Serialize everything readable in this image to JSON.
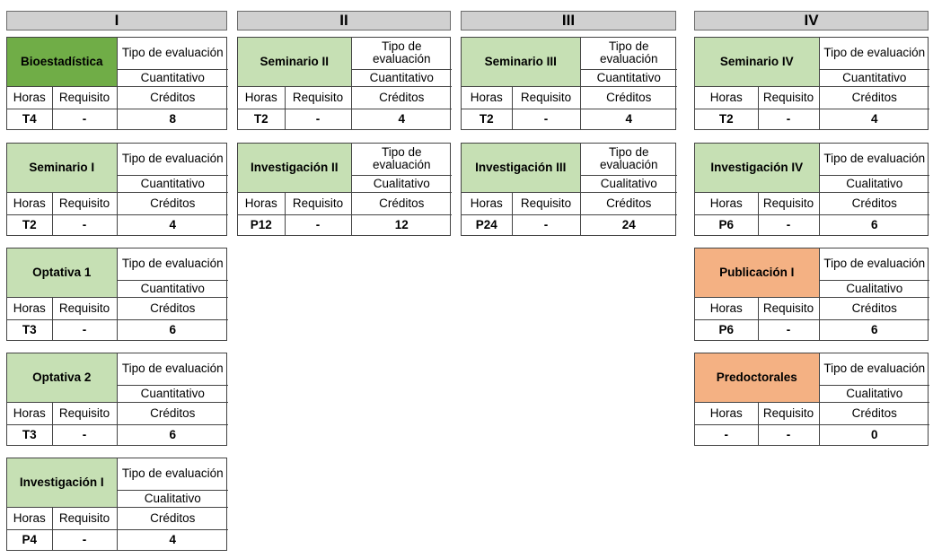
{
  "labels": {
    "tipo": "Tipo de evaluación",
    "horas": "Horas",
    "requisito": "Requisito",
    "creditos": "Créditos"
  },
  "colors": {
    "header_bg": "#d0d0d0",
    "dark_green": "#70ad47",
    "light_green": "#c6e0b4",
    "orange": "#f4b183"
  },
  "semesters": [
    {
      "title": "I",
      "courses": [
        {
          "name": "Bioestadística",
          "color": "dark_green",
          "evaluacion": "Cuantitativo",
          "horas": "T4",
          "requisito": "-",
          "creditos": "8"
        },
        {
          "name": "Seminario I",
          "color": "light_green",
          "evaluacion": "Cuantitativo",
          "horas": "T2",
          "requisito": "-",
          "creditos": "4"
        },
        {
          "name": "Optativa 1",
          "color": "light_green",
          "evaluacion": "Cuantitativo",
          "horas": "T3",
          "requisito": "-",
          "creditos": "6"
        },
        {
          "name": "Optativa 2",
          "color": "light_green",
          "evaluacion": "Cuantitativo",
          "horas": "T3",
          "requisito": "-",
          "creditos": "6"
        },
        {
          "name": "Investigación I",
          "color": "light_green",
          "evaluacion": "Cualitativo",
          "horas": "P4",
          "requisito": "-",
          "creditos": "4"
        }
      ]
    },
    {
      "title": "II",
      "courses": [
        {
          "name": "Seminario II",
          "color": "light_green",
          "evaluacion": "Cuantitativo",
          "horas": "T2",
          "requisito": "-",
          "creditos": "4"
        },
        {
          "name": "Investigación II",
          "color": "light_green",
          "evaluacion": "Cualitativo",
          "horas": "P12",
          "requisito": "-",
          "creditos": "12"
        }
      ]
    },
    {
      "title": "III",
      "courses": [
        {
          "name": "Seminario III",
          "color": "light_green",
          "evaluacion": "Cuantitativo",
          "horas": "T2",
          "requisito": "-",
          "creditos": "4"
        },
        {
          "name": "Investigación III",
          "color": "light_green",
          "evaluacion": "Cualitativo",
          "horas": "P24",
          "requisito": "-",
          "creditos": "24"
        }
      ]
    },
    {
      "title": "IV",
      "courses": [
        {
          "name": "Seminario IV",
          "color": "light_green",
          "evaluacion": "Cuantitativo",
          "horas": "T2",
          "requisito": "-",
          "creditos": "4"
        },
        {
          "name": "Investigación IV",
          "color": "light_green",
          "evaluacion": "Cualitativo",
          "horas": "P6",
          "requisito": "-",
          "creditos": "6"
        },
        {
          "name": "Publicación I",
          "color": "orange",
          "evaluacion": "Cualitativo",
          "horas": "P6",
          "requisito": "-",
          "creditos": "6"
        },
        {
          "name": "Predoctorales",
          "color": "orange",
          "evaluacion": "Cualitativo",
          "horas": "-",
          "requisito": "-",
          "creditos": "0"
        }
      ]
    }
  ]
}
